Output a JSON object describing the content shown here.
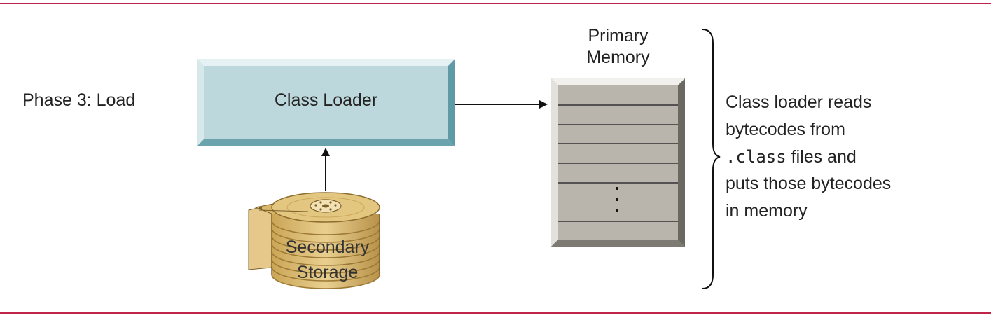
{
  "phase": {
    "label": "Phase 3: Load"
  },
  "class_loader": {
    "label": "Class Loader"
  },
  "primary_memory": {
    "title_line1": "Primary",
    "title_line2": "Memory"
  },
  "secondary_storage": {
    "line1": "Secondary",
    "line2": "Storage"
  },
  "description": {
    "line1": "Class loader reads",
    "line2": "bytecodes from",
    "code": ".class",
    "line3_rest": " files and",
    "line4": "puts those bytecodes",
    "line5": "in memory"
  },
  "colors": {
    "rule": "#c0244a",
    "loader_face": "#bdd8dc",
    "loader_bevel_dark": "#6aa3ad",
    "memory_face": "#b9b5ac",
    "memory_bevel_dark": "#6b6862",
    "disk_gold": "#d9b86a"
  },
  "icons": {
    "storage": "disk-stack-icon",
    "memory": "memory-block-icon"
  }
}
